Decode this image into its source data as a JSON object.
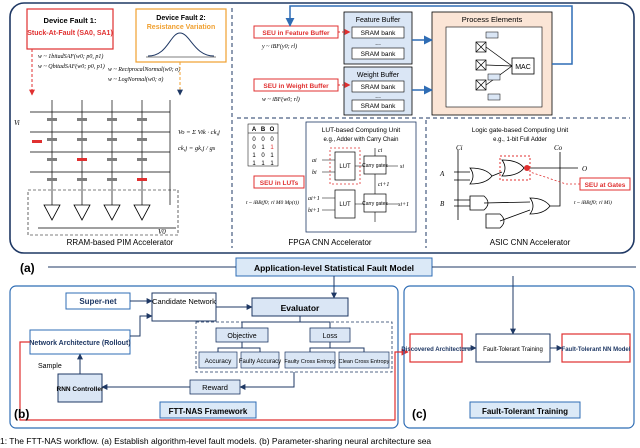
{
  "top": {
    "rram": {
      "fault1_title": "Device Fault 1:",
      "fault1_sub": "Stuck-At-Fault (SA0, SA1)",
      "fault2_title": "Device Fault 2:",
      "fault2_sub": "Resistance Variation",
      "eq_w1": "w ~ 1bitadSAF(w0; p0, p1)",
      "eq_w2": "w ~ QbitadSAF(w0; p0, p1)",
      "eq_w3": "w ~ ReciprocalNormal(w0; σ)",
      "eq_w4": "w ~ LogNormal(w0; σ)",
      "eq_vo": "Vo = Σ Vik · ck,j",
      "eq_ck": "ck,j = gk,j / gs",
      "v_label": "Vi",
      "v0_label": "V0",
      "caption": "RRAM-based PIM Accelerator"
    },
    "fpga": {
      "seu_feature": "SEU in Feature Buffer",
      "eq_feature": "y ~ iBF(y0; rl)",
      "seu_weight": "SEU in Weight Buffer",
      "eq_weight": "w ~ iBF(w0; rl)",
      "feature_buffer": "Feature Buffer",
      "weight_buffer": "Weight Buffer",
      "sram": "SRAM bank",
      "dots": "...",
      "process_elements": "Process Elements",
      "mac": "MAC",
      "truth_head": [
        "A",
        "B",
        "O"
      ],
      "truth_rows": [
        [
          "0",
          "0",
          "0"
        ],
        [
          "0",
          "1",
          "1"
        ],
        [
          "1",
          "0",
          "1"
        ],
        [
          "1",
          "1",
          "1"
        ]
      ],
      "lut_title": "LUT-based Computing Unit",
      "lut_sub": "e.g., Adder with Carry Chain",
      "lut": "LUT",
      "carry": "Carry gates",
      "seu_luts": "SEU in LUTs",
      "eq_lut": "t ~ iBB(f0; rl M0 Mp(t))",
      "caption": "FPGA CNN Accelerator",
      "sig_a": "ai",
      "sig_b": "bi",
      "sig_s": "si",
      "sig_a2": "ai+1",
      "sig_b2": "bi+1",
      "sig_s2": "si+1",
      "sig_c": "ci",
      "sig_c1": "ci+1"
    },
    "asic": {
      "title": "Logic gate-based Computing Unit",
      "sub": "e.g., 1-bit Full Adder",
      "seu_gates": "SEU at Gates",
      "eq_gates": "t ~ iBB(f0; rl Mi)",
      "caption": "ASIC CNN Accelerator",
      "sig_a": "A",
      "sig_b": "B",
      "sig_ci": "Ci",
      "sig_co": "Co",
      "sig_o": "O"
    }
  },
  "labels": {
    "a": "(a)",
    "b": "(b)",
    "c": "(c)",
    "statistical_model": "Application-level Statistical Fault Model"
  },
  "nas": {
    "supernet": "Super-net",
    "candidate": "Candidate Network",
    "evaluator": "Evaluator",
    "objective": "Objective",
    "loss": "Loss",
    "accuracy": "Accuracy",
    "faulty_accuracy": "Faulty Accuracy",
    "faulty_ce": "Faulty Cross Entropy",
    "clean_ce": "Clean Cross Entropy",
    "reward": "Reward",
    "arch": "Network Architecture (Rollout)",
    "sample": "Sample",
    "rnn": "RNN Controller",
    "framework": "FTT-NAS Framework"
  },
  "ftt": {
    "discovered": "Discovered Architecture",
    "training": "Fault-Tolerant Training",
    "model": "Fault-Tolerant NN Model",
    "section": "Fault-Tolerant Training"
  },
  "footer": {
    "caption": "1: The FTT-NAS workflow. (a) Establish algorithm-level fault models. (b) Parameter-sharing neural architecture sea"
  },
  "colors": {
    "navy": "#1f3864",
    "red": "#e03030",
    "orange": "#f0a030",
    "blue": "#2f6db5",
    "box_fill": "#dae6f5",
    "label_fill": "#dbe9f7",
    "pe_fill": "#fbe5d6"
  }
}
